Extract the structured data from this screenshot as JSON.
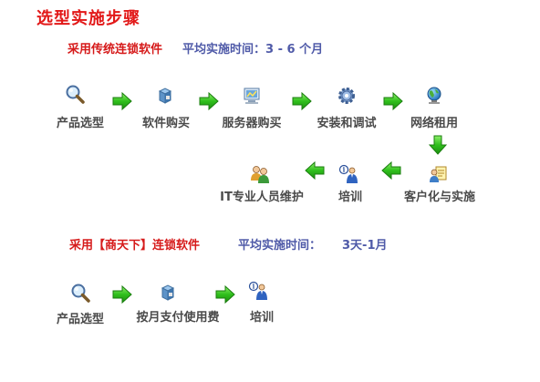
{
  "page_title": "选型实施步骤",
  "traditional": {
    "label": "采用传统连锁软件",
    "time_label": "平均实施时间：3 - 6 个月",
    "steps": [
      "产品选型",
      "软件购买",
      "服务器购买",
      "安装和调试",
      "网络租用",
      "客户化与实施",
      "培训",
      "IT专业人员维护"
    ]
  },
  "saas": {
    "label": "采用【商天下】连锁软件",
    "time_label": "平均实施时间：",
    "time_value": "3天-1月",
    "steps": [
      "产品选型",
      "按月支付使用费",
      "培训"
    ]
  },
  "icons": [
    "magnifier-icon",
    "software-box-icon",
    "server-monitor-icon",
    "gear-icon",
    "globe-network-icon",
    "customer-documents-icon",
    "trainer-info-icon",
    "it-staff-icon"
  ],
  "colors": {
    "title": "#e21818",
    "section_label": "#d61a1a",
    "time_label": "#4f5aa8",
    "step_label": "#4a4a4a",
    "arrow_green": "#2fbf1c"
  }
}
